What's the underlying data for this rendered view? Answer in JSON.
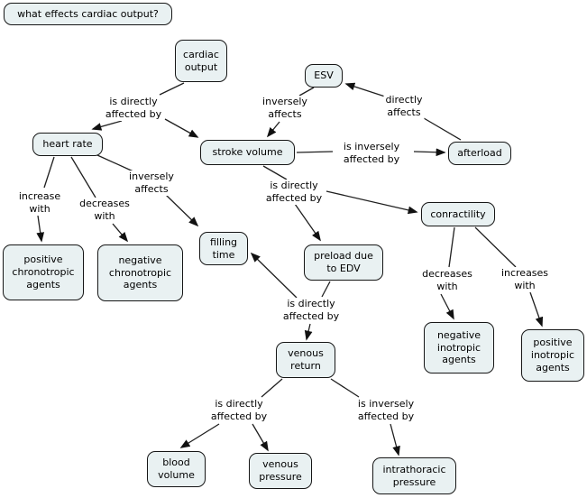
{
  "title": "what effects cardiac output?",
  "colors": {
    "background": "#ffffff",
    "node_fill": "#e9f1f2",
    "node_border": "#161616",
    "edge_line": "#1f1f1f",
    "text": "#000000"
  },
  "nodes": [
    {
      "id": "question",
      "label": "what effects cardiac output?"
    },
    {
      "id": "cardiac-output",
      "label": "cardiac\noutput"
    },
    {
      "id": "esv",
      "label": "ESV"
    },
    {
      "id": "afterload",
      "label": "afterload"
    },
    {
      "id": "heart-rate",
      "label": "heart rate"
    },
    {
      "id": "stroke-volume",
      "label": "stroke volume"
    },
    {
      "id": "filling-time",
      "label": "filling\ntime"
    },
    {
      "id": "preload-due-to-edv",
      "label": "preload due\nto EDV"
    },
    {
      "id": "conractility",
      "label": "conractility"
    },
    {
      "id": "positive-chronotropic-agents",
      "label": "positive\nchronotropic\nagents"
    },
    {
      "id": "negative-chronotropic-agents",
      "label": "negative\nchronotropic\nagents"
    },
    {
      "id": "negative-inotropic-agents",
      "label": "negative\ninotropic\nagents"
    },
    {
      "id": "positive-inotropic-agents",
      "label": "positive\ninotropic\nagents"
    },
    {
      "id": "venous-return",
      "label": "venous\nreturn"
    },
    {
      "id": "blood-volume",
      "label": "blood\nvolume"
    },
    {
      "id": "venous-pressure",
      "label": "venous\npressure"
    },
    {
      "id": "intrathoracic-pressure",
      "label": "intrathoracic\npressure"
    }
  ],
  "links": [
    {
      "id": "l0",
      "label": "is directly\naffected by"
    },
    {
      "id": "l1",
      "label": "inversely\naffects"
    },
    {
      "id": "l2",
      "label": "directly\naffects"
    },
    {
      "id": "l3",
      "label": "is inversely\naffected by"
    },
    {
      "id": "l4",
      "label": "increase\nwith"
    },
    {
      "id": "l5",
      "label": "decreases\nwith"
    },
    {
      "id": "l6",
      "label": "inversely\naffects"
    },
    {
      "id": "l7",
      "label": "is directly\naffected by"
    },
    {
      "id": "l8",
      "label": "decreases\nwith"
    },
    {
      "id": "l9",
      "label": "increases\nwith"
    },
    {
      "id": "l10",
      "label": "is directly\naffected by"
    },
    {
      "id": "l11",
      "label": "is directly\naffected by"
    },
    {
      "id": "l12",
      "label": "is inversely\naffected by"
    }
  ],
  "propositions": [
    "cardiac output — is directly affected by → heart rate",
    "cardiac output — is directly affected by → stroke volume",
    "ESV — inversely affects → stroke volume",
    "afterload — directly affects → ESV",
    "stroke volume — is inversely affected by → afterload",
    "heart rate — increase with → positive chronotropic agents",
    "heart rate — decreases with → negative chronotropic agents",
    "heart rate — inversely affects → filling time",
    "stroke volume — is directly affected by → conractility",
    "stroke volume — is directly affected by → preload due to EDV",
    "conractility — decreases with → negative inotropic agents",
    "conractility — increases with → positive inotropic agents",
    "preload due to EDV — is directly affected by → filling time",
    "preload due to EDV — is directly affected by → venous return",
    "venous return — is directly affected by → blood volume",
    "venous return — is directly affected by → venous pressure",
    "venous return — is inversely affected by → intrathoracic pressure"
  ]
}
